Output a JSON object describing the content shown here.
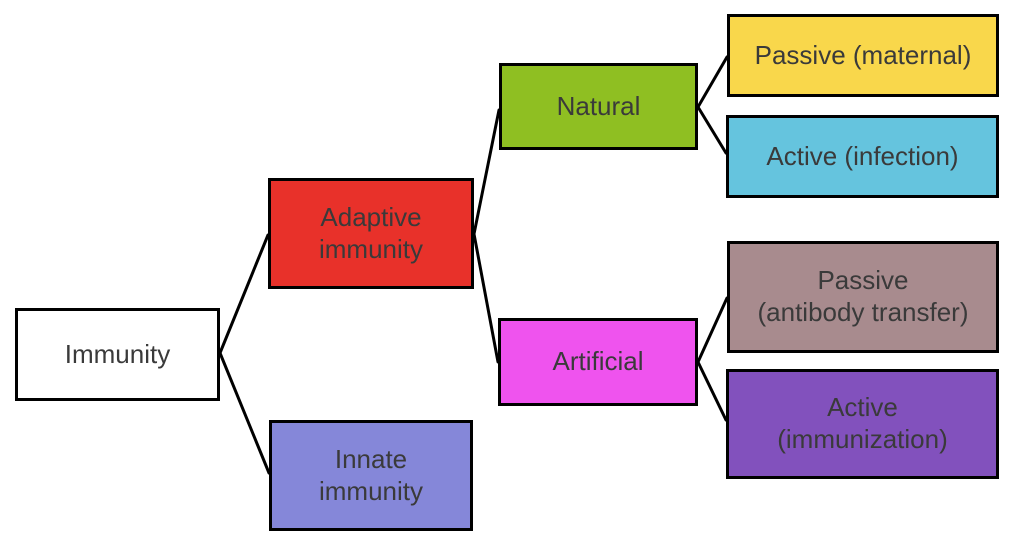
{
  "nodes": {
    "immunity": {
      "label": "Immunity",
      "fill": "#ffffff"
    },
    "adaptive_immunity": {
      "label": "Adaptive\nimmunity",
      "fill": "#e8312a"
    },
    "innate_immunity": {
      "label": "Innate\nimmunity",
      "fill": "#8587d9"
    },
    "natural": {
      "label": "Natural",
      "fill": "#8fbf22"
    },
    "artificial": {
      "label": "Artificial",
      "fill": "#ef53ee"
    },
    "passive_maternal": {
      "label": "Passive (maternal)",
      "fill": "#f9d74b"
    },
    "active_infection": {
      "label": "Active (infection)",
      "fill": "#65c4de"
    },
    "passive_antibody_transfer": {
      "label": "Passive\n(antibody transfer)",
      "fill": "#a88b8e"
    },
    "active_immunization": {
      "label": "Active\n(immunization)",
      "fill": "#8251bd"
    }
  },
  "edges": [
    [
      "immunity",
      "adaptive_immunity"
    ],
    [
      "immunity",
      "innate_immunity"
    ],
    [
      "adaptive_immunity",
      "natural"
    ],
    [
      "adaptive_immunity",
      "artificial"
    ],
    [
      "natural",
      "passive_maternal"
    ],
    [
      "natural",
      "active_infection"
    ],
    [
      "artificial",
      "passive_antibody_transfer"
    ],
    [
      "artificial",
      "active_immunization"
    ]
  ],
  "colors": {
    "background": "#ffffff",
    "border": "#000000",
    "connector": "#000000",
    "text": "#3a3a3a"
  }
}
